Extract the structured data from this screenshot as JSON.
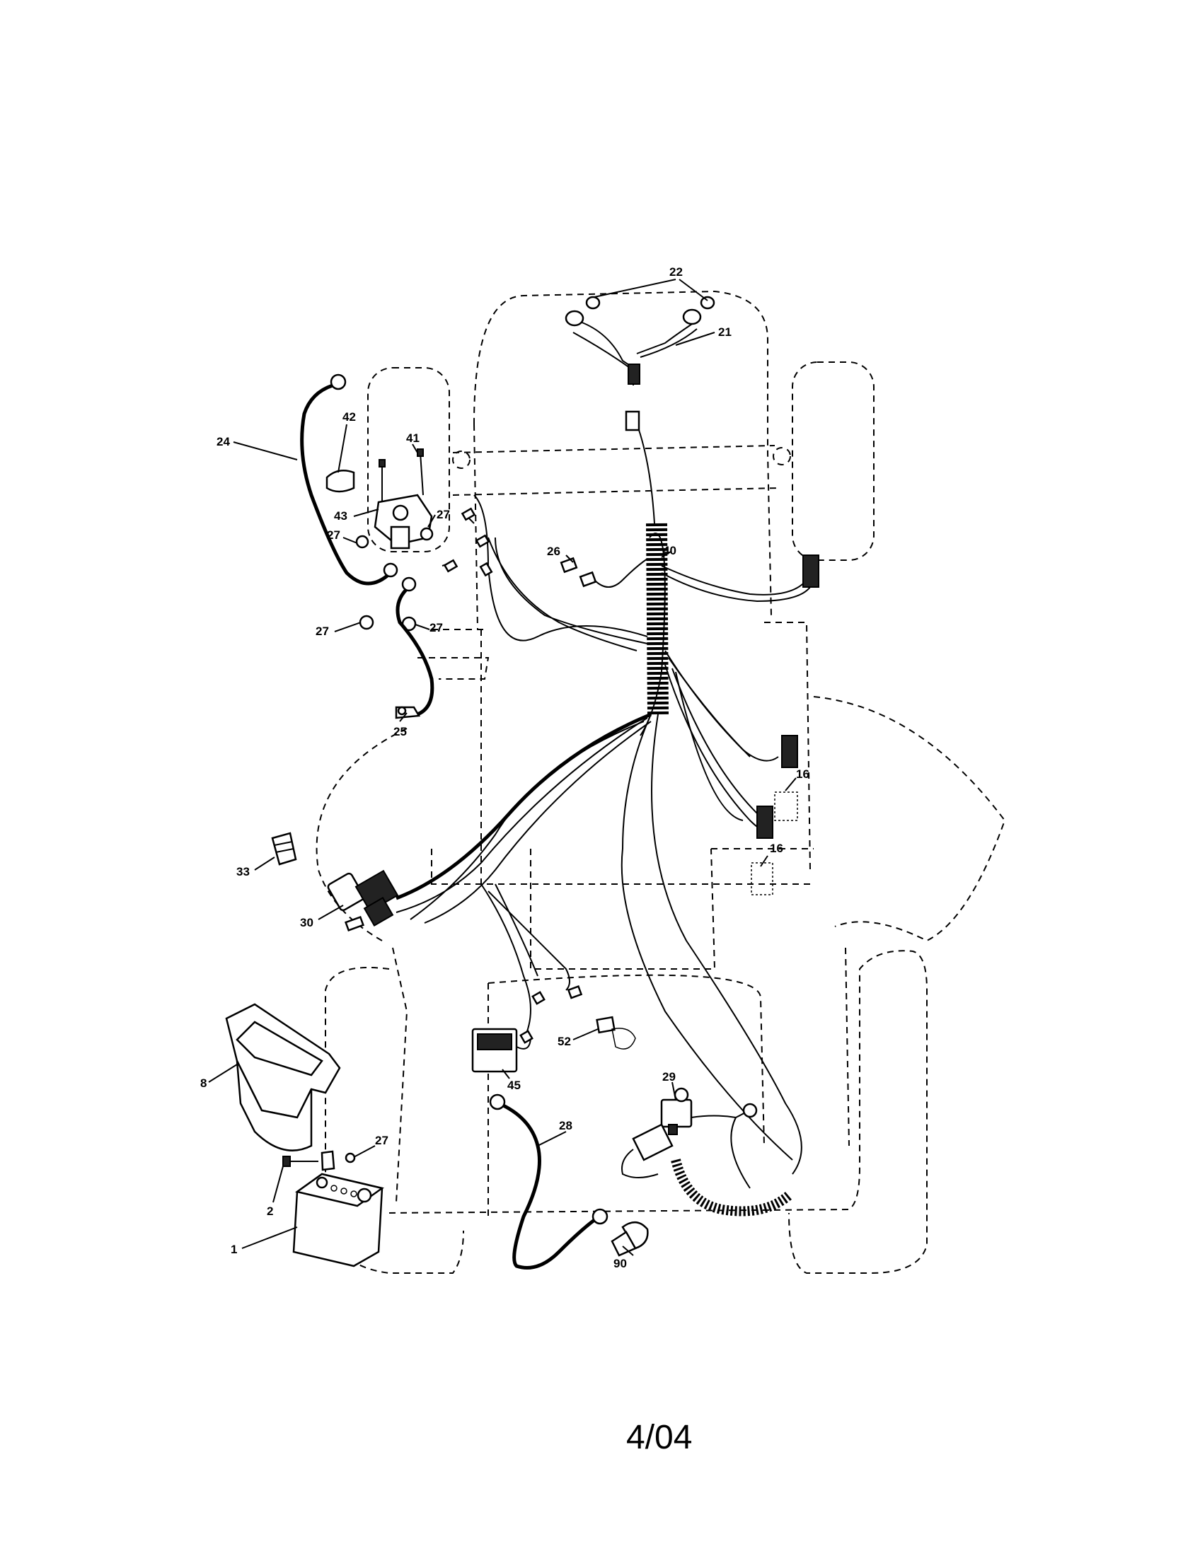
{
  "callouts": {
    "c22": "22",
    "c21": "21",
    "c24": "24",
    "c42": "42",
    "c41": "41",
    "c43": "43",
    "c27a": "27",
    "c27b": "27",
    "c27c": "27",
    "c27d": "27",
    "c27e": "27",
    "c26": "26",
    "c40": "40",
    "c25": "25",
    "c16a": "16",
    "c16b": "16",
    "c33": "33",
    "c30": "30",
    "c8": "8",
    "c52": "52",
    "c45": "45",
    "c29": "29",
    "c28": "28",
    "c2": "2",
    "c1": "1",
    "c90": "90"
  },
  "footer": {
    "date_code": "4/04"
  }
}
